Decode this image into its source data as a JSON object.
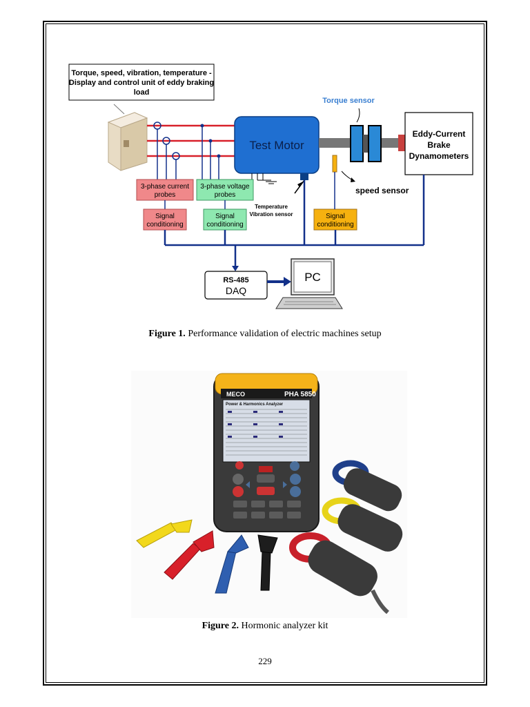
{
  "figure1": {
    "display_box_line1": "Torque, speed, vibration, temperature -",
    "display_box_line2": "Display and control unit of eddy braking",
    "display_box_line3": "load",
    "torque_sensor": "Torque sensor",
    "test_motor": "Test Motor",
    "brake_line1": "Eddy-Current",
    "brake_line2": "Brake",
    "brake_line3": "Dynamometers",
    "speed_sensor": "speed sensor",
    "current_probes_line1": "3-phase current",
    "current_probes_line2": "probes",
    "voltage_probes_line1": "3-phase voltage",
    "voltage_probes_line2": "probes",
    "temp_line1": "Temperature",
    "temp_line2": "Vibration sensor",
    "signal_line1": "Signal",
    "signal_line2": "conditioning",
    "daq_line1": "RS-485",
    "daq_line2": "DAQ",
    "pc": "PC",
    "caption_label": "Figure 1.",
    "caption_text": " Performance validation of electric machines setup"
  },
  "figure2": {
    "brand": "MECO",
    "model": "PHA 5850",
    "screen_title": "Power & Harmonics Analyzer",
    "caption_label": "Figure 2.",
    "caption_text": " Hormonic analyzer kit"
  },
  "page_number": "229",
  "colors": {
    "motor_blue": "#1f6fd1",
    "probe_red": "#f0888a",
    "probe_green": "#8ee8b0",
    "probe_yellow": "#f6b10f",
    "wire_red": "#d8202a",
    "wire_blue": "#12308a",
    "torque_label": "#3a7fd1"
  }
}
